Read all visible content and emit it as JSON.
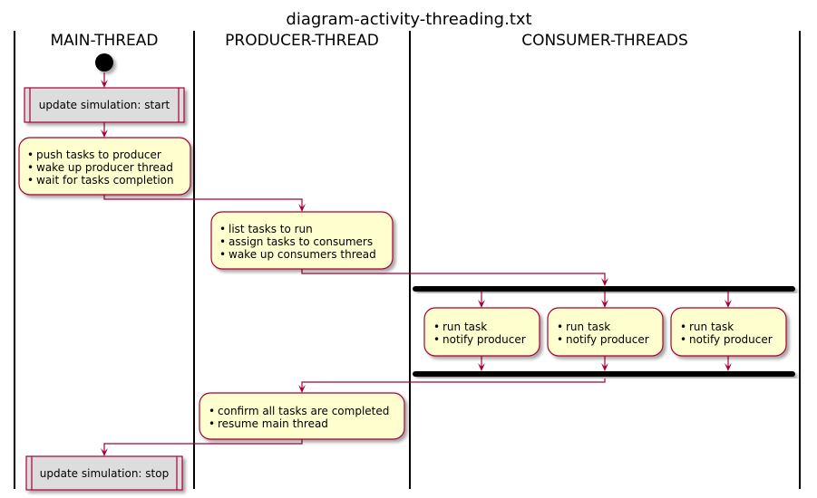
{
  "title": "diagram-activity-threading.txt",
  "colors": {
    "activity_fill": "#FEFECE",
    "subprocess_fill": "#DDDDDD",
    "border": "#A80036",
    "arrow": "#A80036",
    "lane_line": "#000000",
    "fork_bar": "#000000"
  },
  "lanes": [
    {
      "name": "MAIN-THREAD"
    },
    {
      "name": "PRODUCER-THREAD"
    },
    {
      "name": "CONSUMER-THREADS"
    }
  ],
  "nodes": {
    "start": {
      "type": "start"
    },
    "sim_start": {
      "type": "subprocess",
      "lines": [
        "update simulation: start"
      ]
    },
    "main_tasks": {
      "type": "activity",
      "lines": [
        "push tasks to producer",
        "wake up producer thread",
        "wait for tasks completion"
      ]
    },
    "producer_list": {
      "type": "activity",
      "lines": [
        "list tasks to run",
        "assign tasks to consumers",
        "wake up consumers thread"
      ]
    },
    "consumer_1": {
      "type": "activity",
      "lines": [
        "run task",
        "notify producer"
      ]
    },
    "consumer_2": {
      "type": "activity",
      "lines": [
        "run task",
        "notify producer"
      ]
    },
    "consumer_3": {
      "type": "activity",
      "lines": [
        "run task",
        "notify producer"
      ]
    },
    "producer_confirm": {
      "type": "activity",
      "lines": [
        "confirm all tasks are completed",
        "resume main thread"
      ]
    },
    "sim_stop": {
      "type": "subprocess",
      "lines": [
        "update simulation: stop"
      ]
    }
  },
  "flow": [
    [
      "start",
      "sim_start"
    ],
    [
      "sim_start",
      "main_tasks"
    ],
    [
      "main_tasks",
      "producer_list"
    ],
    [
      "producer_list",
      "fork"
    ],
    [
      "fork",
      "consumer_1"
    ],
    [
      "fork",
      "consumer_2"
    ],
    [
      "fork",
      "consumer_3"
    ],
    [
      "consumer_1",
      "join"
    ],
    [
      "consumer_2",
      "join"
    ],
    [
      "consumer_3",
      "join"
    ],
    [
      "join",
      "producer_confirm"
    ],
    [
      "producer_confirm",
      "sim_stop"
    ]
  ]
}
